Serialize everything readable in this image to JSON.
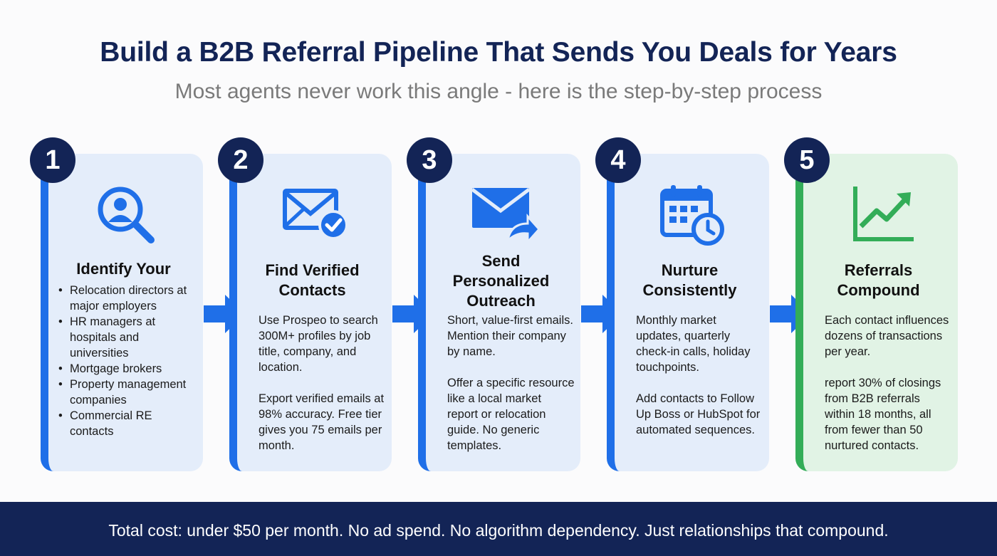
{
  "title": "Build a B2B Referral Pipeline That Sends You Deals for Years",
  "subtitle": "Most agents never work this angle - here is the step-by-step process",
  "colors": {
    "navy": "#132456",
    "blue": "#1f6fe8",
    "green": "#33ad58",
    "card_blue": "#e4edfa",
    "card_green": "#e1f3e5"
  },
  "steps": [
    {
      "number": "1",
      "icon": "person-search-icon",
      "title_lines": [
        "Identify Your"
      ],
      "bullets": [
        "Relocation directors at major employers",
        "HR managers at hospitals and universities",
        "Mortgage brokers",
        "Property management companies",
        "Commercial RE contacts"
      ]
    },
    {
      "number": "2",
      "icon": "verified-mail-icon",
      "title_lines": [
        "Find Verified",
        "Contacts"
      ],
      "paragraphs": [
        "Use Prospeo to search 300M+ profiles by job title, company, and location.",
        "Export verified emails at 98% accuracy. Free tier gives you 75 emails per month."
      ]
    },
    {
      "number": "3",
      "icon": "send-mail-icon",
      "title_lines": [
        "Send",
        "Personalized",
        "Outreach"
      ],
      "paragraphs": [
        "Short, value-first emails. Mention their company by name.",
        "Offer a specific resource like a local market report or relocation guide. No generic templates."
      ]
    },
    {
      "number": "4",
      "icon": "calendar-clock-icon",
      "title_lines": [
        "Nurture",
        "Consistently"
      ],
      "paragraphs": [
        "Monthly market updates, quarterly check-in calls, holiday touchpoints.",
        "Add contacts to Follow Up Boss or HubSpot for automated sequences."
      ]
    },
    {
      "number": "5",
      "icon": "growth-chart-icon",
      "title_lines": [
        "Referrals",
        "Compound"
      ],
      "paragraphs": [
        "Each contact influences dozens of transactions per year.",
        "report 30% of closings from B2B referrals within 18 months, all from fewer than 50 nurtured contacts."
      ]
    }
  ],
  "footer": "Total cost: under $50 per month. No ad spend. No algorithm dependency. Just relationships that compound."
}
